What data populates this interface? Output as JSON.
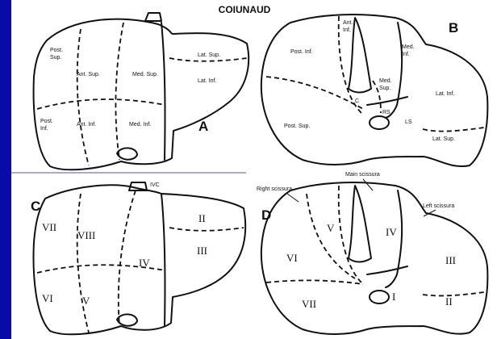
{
  "title": "COIUNAUD",
  "colors": {
    "slide_bg": "#0a0aa8",
    "panel_bg": "#ffffff",
    "divider": "#8a8ad8",
    "ink": "#111111"
  },
  "panel_a": {
    "letter": "A",
    "labels": {
      "post_sup": [
        "Post.",
        "Sup."
      ],
      "post_inf": [
        "Post.",
        "Inf."
      ],
      "ant_sup": "Ant. Sup.",
      "ant_inf": "Ant. Inf.",
      "med_sup": "Med. Sup.",
      "med_inf": "Med. Inf.",
      "lat_sup": "Lat. Sup.",
      "lat_inf": "Lat. Inf."
    }
  },
  "panel_b": {
    "letter": "B",
    "labels": {
      "ant_inf": [
        "Ant.",
        "Inf."
      ],
      "post_inf": "Post. Inf.",
      "post_sup": "Post. Sup.",
      "med_inf": [
        "Med.",
        "Inf."
      ],
      "med_sup": [
        "Med.",
        "Sup."
      ],
      "lat_inf": "Lat. Inf.",
      "lat_sup": "Lat. Sup.",
      "c": "C",
      "rs": "RS",
      "ls": "LS"
    }
  },
  "panel_c": {
    "letter": "C",
    "ivc": "IVC",
    "segments": [
      "VII",
      "VIII",
      "VI",
      "V",
      "IV",
      "II",
      "III"
    ]
  },
  "panel_d": {
    "letter": "D",
    "annotations": {
      "main": "Main scissura",
      "right": "Right scissura",
      "left": "Left scissura"
    },
    "segments": [
      "V",
      "IV",
      "VI",
      "III",
      "VII",
      "I",
      "II"
    ]
  }
}
